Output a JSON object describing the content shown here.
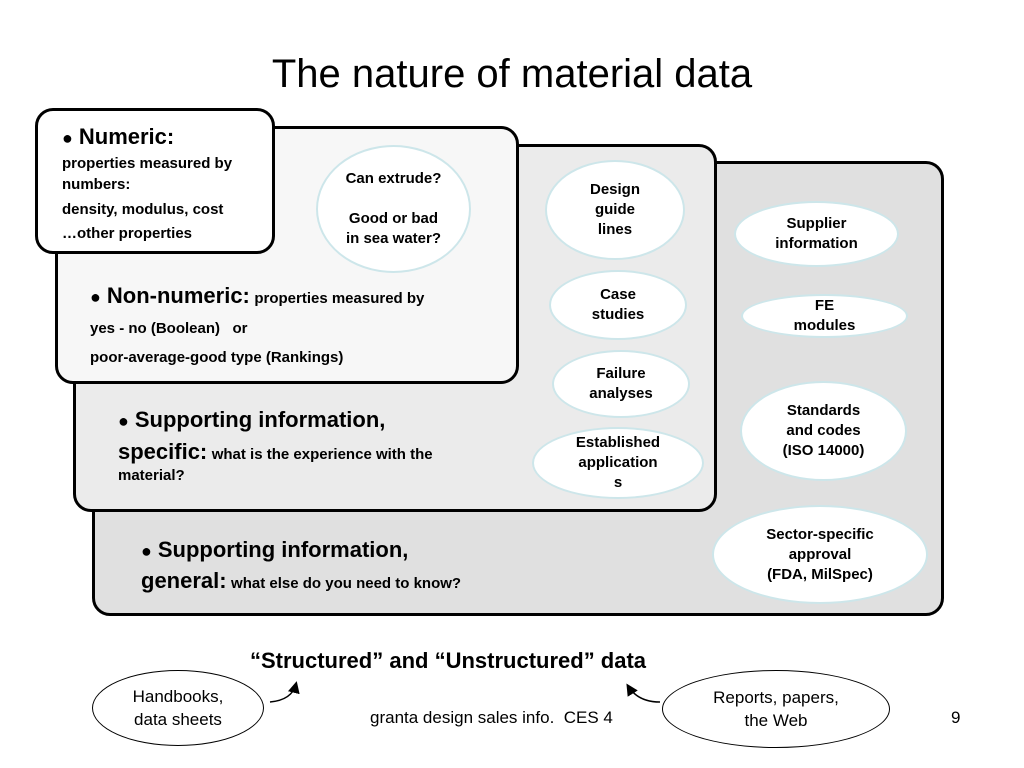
{
  "title": "The nature of material data",
  "numeric": {
    "heading": "Numeric:",
    "line1": "properties measured by numbers:",
    "line2": "density, modulus, cost",
    "line3": "…other properties"
  },
  "non_numeric": {
    "heading": "Non-numeric:",
    "inline": "properties measured by",
    "line2": "yes - no (Boolean)   or",
    "line3": "poor-average-good type (Rankings)"
  },
  "specific": {
    "heading": "Supporting information,",
    "heading2": "specific:",
    "inline": "what is the experience with the",
    "line2": "material?"
  },
  "general": {
    "heading": "Supporting information,",
    "heading2": "general:",
    "inline": "what else do you need to know?"
  },
  "ovals": {
    "extrude": "Can extrude?\n\nGood or bad\nin sea water?",
    "design": "Design\nguide\nlines",
    "case": "Case\nstudies",
    "failure": "Failure\nanalyses",
    "established": "Established\napplication\ns",
    "supplier": "Supplier\ninformation",
    "fe": "FE\nmodules",
    "standards": "Standards\nand codes\n(ISO 14000)",
    "sector": "Sector-specific\napproval\n(FDA, MilSpec)"
  },
  "structured": "“Structured” and “Unstructured” data",
  "handbooks": "Handbooks,\ndata sheets",
  "reports": "Reports, papers,\nthe Web",
  "footer": "granta design sales info.  CES 4",
  "page_number": "9"
}
